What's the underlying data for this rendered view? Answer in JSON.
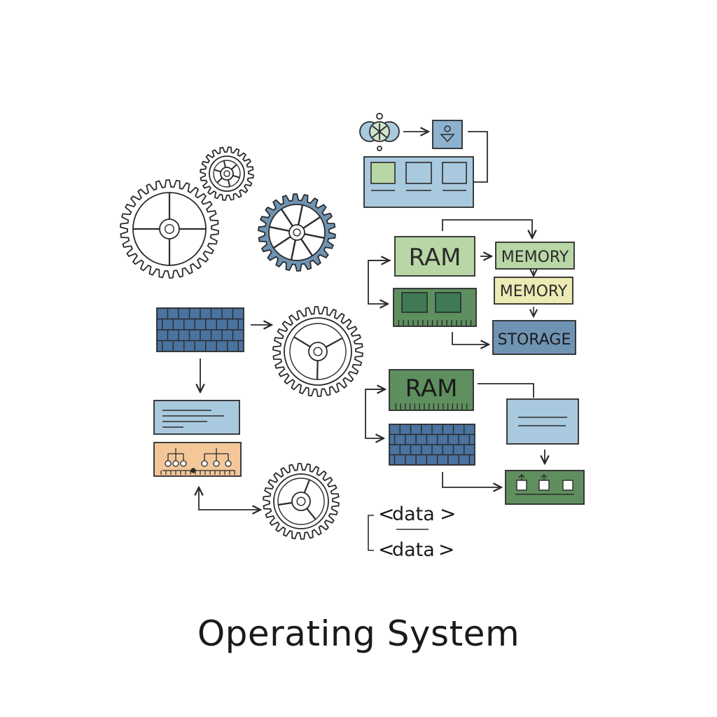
{
  "title": "Operating System",
  "labels": {
    "ram_top": "RAM",
    "memory_1": "MEMORY",
    "memory_2": "MEMORY",
    "storage": "STORAGE",
    "ram_stick": "RAM",
    "data_1": "data",
    "data_2": "data"
  },
  "colors": {
    "ink": "#2b2b2b",
    "blue": "#a9c9de",
    "steel_blue": "#6f93b3",
    "brick_blue": "#4a73a0",
    "green": "#b9d7a6",
    "dark_green": "#5f8f5f",
    "yellow": "#ecebb4",
    "orange": "#f3c79a",
    "white": "#ffffff"
  },
  "icons": [
    "gear-icon",
    "network-node-icon",
    "download-arrow-icon",
    "memory-chip-icon",
    "circuit-board-icon"
  ]
}
